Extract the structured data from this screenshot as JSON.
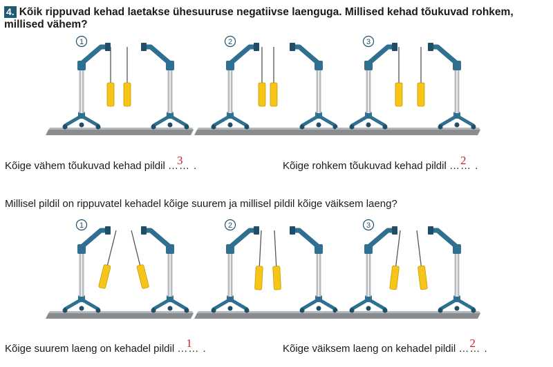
{
  "task": {
    "number": "4.",
    "text": "Kõik rippuvad kehad laetakse ühesuuruse negatiivse laenguga. Millised kehad tõukuvad rohkem, millised vähem?"
  },
  "section1": {
    "panels": [
      {
        "label": "1"
      },
      {
        "label": "2"
      },
      {
        "label": "3"
      }
    ],
    "sentence_left": {
      "text": "Kõige vähem tõukuvad kehad pildil",
      "dots": "…… .",
      "answer": "3"
    },
    "sentence_right": {
      "text": "Kõige rohkem tõukuvad kehad pildil",
      "dots": "…… .",
      "answer": "2"
    }
  },
  "question2": "Millisel pildil on rippuvatel kehadel kõige suurem ja millisel pildil kõige väiksem laeng?",
  "section2": {
    "panels": [
      {
        "label": "1"
      },
      {
        "label": "2"
      },
      {
        "label": "3"
      }
    ],
    "sentence_left": {
      "text": "Kõige suurem laeng on kehadel pildil",
      "dots": "…… .",
      "answer": "1"
    },
    "sentence_right": {
      "text": "Kõige väiksem laeng on kehadel pildil",
      "dots": "…… .",
      "answer": "2"
    }
  },
  "colors": {
    "stand": "#2f6f8f",
    "stand_dark": "#1f4f68",
    "pole": "#b9bcc0",
    "base": "#8a8d90",
    "body": "#f5c518",
    "answer": "#d21e2a"
  }
}
